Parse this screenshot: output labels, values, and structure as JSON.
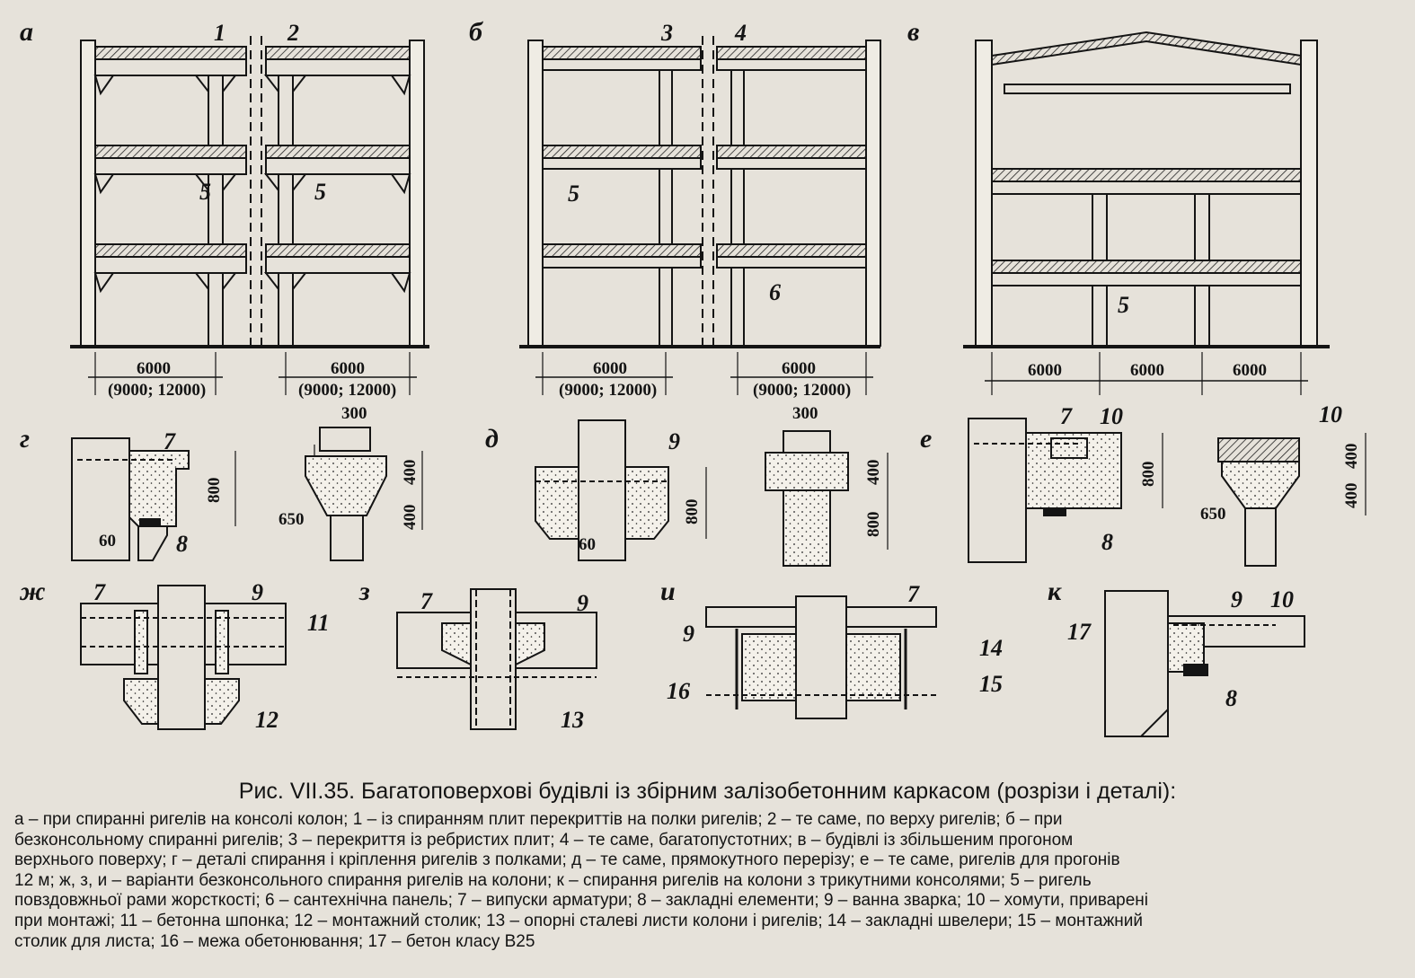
{
  "figure": {
    "title": "Рис. VII.35. Багатоповерхові будівлі із збірним залізобетонним каркасом (розрізи і деталі):",
    "legend_lines": [
      "а – при спиранні ригелів на консолі колон; 1 – із спиранням плит перекриттів на полки ригелів; 2 – те саме, по верху ригелів; б – при",
      "безконсольному спиранні ригелів; 3 – перекриття із ребристих плит; 4 – те саме, багатопустотних; в – будівлі із збільшеним прогоном",
      "верхнього поверху; г – деталі спирання і кріплення ригелів з полками; д – те саме, прямокутного перерізу; е – те саме, ригелів для прогонів",
      "12 м; ж, з, и – варіанти безконсольного спирання ригелів на колони; к – спирання ригелів на колони з трикутними консолями; 5 – ригель",
      "повздовжньої рами жорсткості; 6 – сантехнічна панель; 7 – випуски арматури; 8 – закладні елементи; 9 – ванна зварка; 10 – хомути, приварені",
      "при монтажі; 11 – бетонна шпонка; 12 – монтажний столик; 13 – опорні сталеві листи колони і ригелів; 14 – закладні швелери; 15 – монтажний",
      "столик для листа; 16 – межа обетонювання; 17 – бетон класу В25"
    ]
  },
  "panels": {
    "a": {
      "letter": "а",
      "marks": [
        "1",
        "2",
        "5",
        "5"
      ],
      "dims": [
        "6000",
        "(9000; 12000)",
        "6000",
        "(9000; 12000)"
      ]
    },
    "b": {
      "letter": "б",
      "marks": [
        "3",
        "4",
        "5",
        "6"
      ],
      "dims": [
        "6000",
        "(9000; 12000)",
        "6000",
        "(9000; 12000)"
      ]
    },
    "v": {
      "letter": "в",
      "marks": [
        "5"
      ],
      "dims": [
        "6000",
        "6000",
        "6000"
      ]
    },
    "g": {
      "letter": "г",
      "marks": [
        "7",
        "8"
      ],
      "dims": [
        "800",
        "60",
        "300",
        "400",
        "400",
        "650"
      ]
    },
    "d": {
      "letter": "д",
      "marks": [
        "9"
      ],
      "dims": [
        "800",
        "60",
        "300",
        "400",
        "800"
      ]
    },
    "e": {
      "letter": "е",
      "marks": [
        "7",
        "10",
        "8",
        "10"
      ],
      "dims": [
        "800",
        "400",
        "400",
        "650"
      ]
    },
    "zh": {
      "letter": "ж",
      "marks": [
        "7",
        "9",
        "11",
        "12"
      ]
    },
    "z": {
      "letter": "з",
      "marks": [
        "7",
        "9",
        "13"
      ]
    },
    "i": {
      "letter": "и",
      "marks": [
        "7",
        "9",
        "14",
        "15",
        "16"
      ]
    },
    "k": {
      "letter": "к",
      "marks": [
        "9",
        "10",
        "17",
        "8"
      ]
    }
  }
}
